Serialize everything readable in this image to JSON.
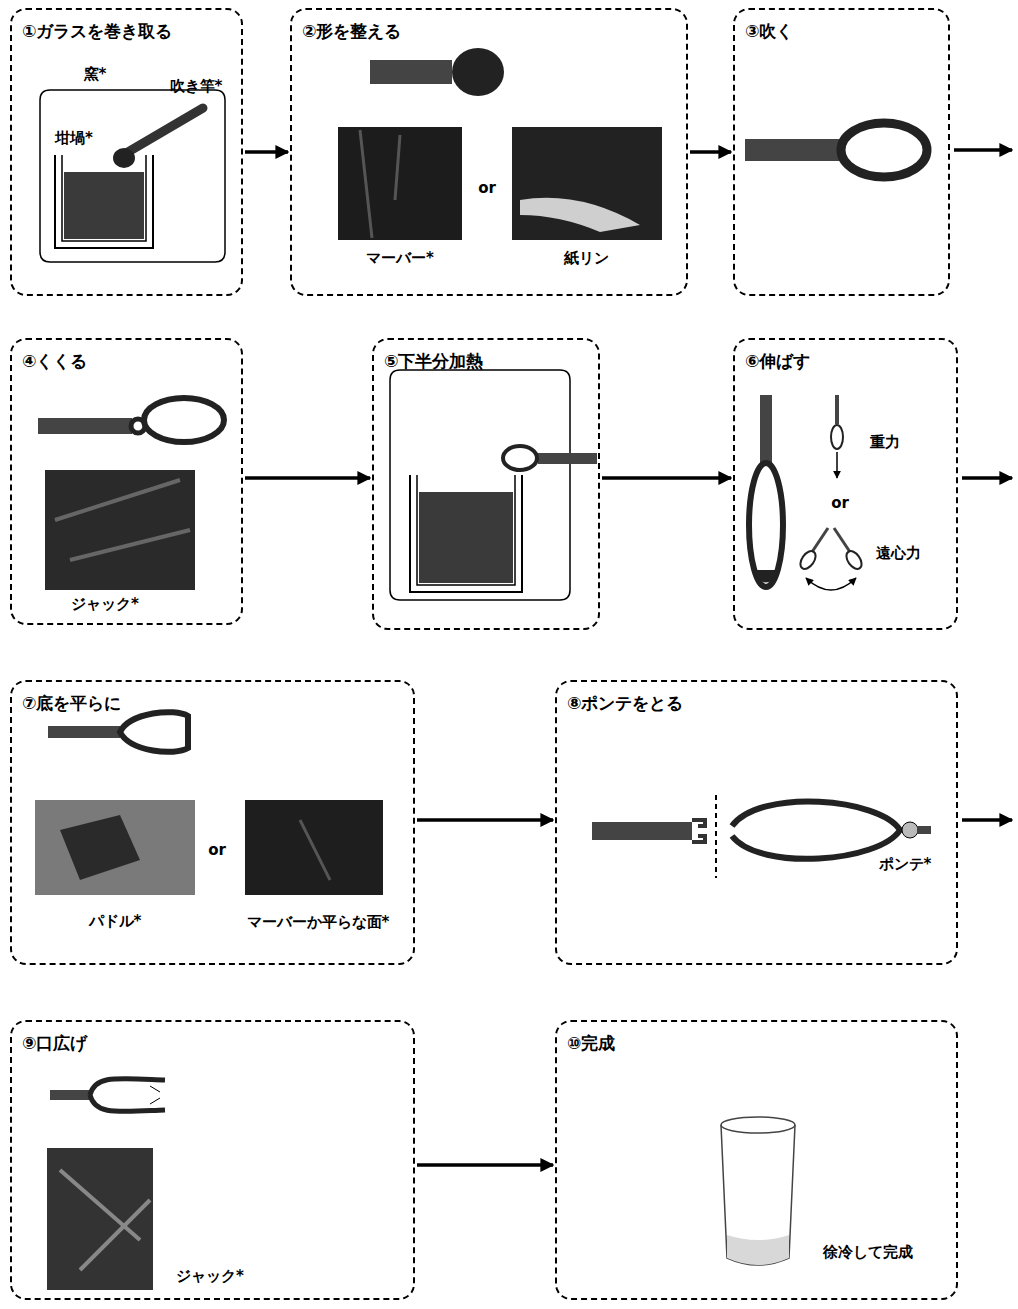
{
  "diagram": {
    "nodes": [
      {
        "text": [
          "①ガラスを巻き取る"
        ]
      },
      {
        "text": [
          "②形を整える"
        ]
      },
      {
        "text": [
          "③吹く"
        ]
      },
      {
        "text": [
          "④くくる"
        ]
      },
      {
        "text": [
          "⑤下半分加熱"
        ]
      },
      {
        "text": [
          "⑥伸ばす"
        ]
      },
      {
        "text": [
          "⑦底を平らに"
        ]
      },
      {
        "text": [
          "⑧ポンテをとる"
        ]
      },
      {
        "text": [
          "⑨口広げ"
        ]
      },
      {
        "text": [
          "⑩完成"
        ]
      }
    ],
    "edges": [
      {
        "from": 0,
        "to": 1,
        "arrow": "to"
      },
      {
        "from": 1,
        "to": 2,
        "arrow": "to"
      },
      {
        "from": 3,
        "to": 4,
        "arrow": "to"
      },
      {
        "from": 4,
        "to": 5,
        "arrow": "to"
      },
      {
        "from": 6,
        "to": 7,
        "arrow": "to"
      },
      {
        "from": 8,
        "to": 9,
        "arrow": "to"
      }
    ],
    "labels": [
      "窯*",
      "吹き竿*",
      "坩堝*",
      "マーバー*",
      "or",
      "紙リン",
      "ジャック*",
      "重力",
      "or",
      "遠心力",
      "パドル*",
      "or",
      "マーバーか平らな面*",
      "ポンテ*",
      "ジャック*",
      "徐冷して完成"
    ]
  }
}
